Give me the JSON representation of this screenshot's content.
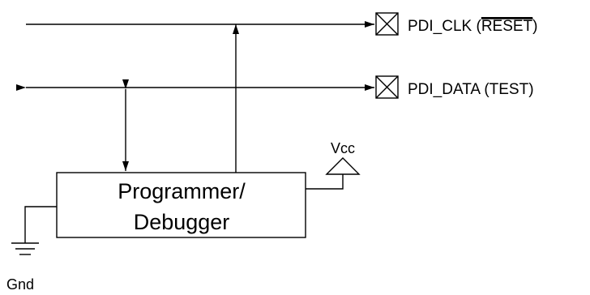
{
  "pins": {
    "pdi_clk": {
      "prefix": "PDI_CLK (",
      "overline": "RESET",
      "suffix": ")"
    },
    "pdi_data": {
      "label": "PDI_DATA (TEST)"
    }
  },
  "programmer": {
    "line1": "Programmer/",
    "line2": "Debugger"
  },
  "power": {
    "vcc": "Vcc",
    "gnd": "Gnd"
  }
}
